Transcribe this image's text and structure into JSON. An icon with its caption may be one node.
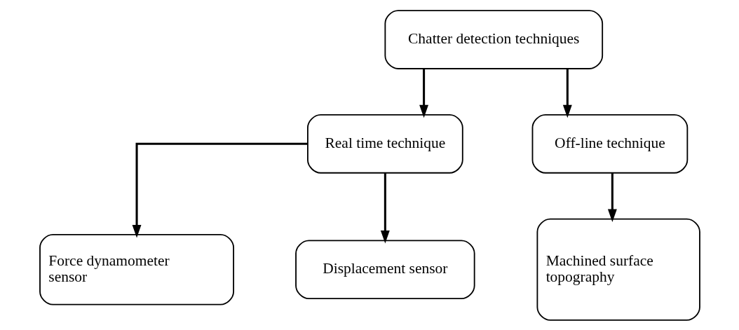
{
  "diagram": {
    "nodes": [
      {
        "text": [
          "Chatter detection techniques"
        ]
      },
      {
        "text": [
          "Real time technique"
        ]
      },
      {
        "text": [
          "Off-line technique"
        ]
      },
      {
        "text": [
          "Force dynamometer sensor"
        ]
      },
      {
        "text": [
          "Displacement sensor"
        ]
      },
      {
        "text": [
          "Machined surface topography"
        ]
      }
    ],
    "edges": [
      {
        "from": 0,
        "to": 1,
        "arrow": "to"
      },
      {
        "from": 0,
        "to": 2,
        "arrow": "to"
      },
      {
        "from": 1,
        "to": 3,
        "arrow": "to"
      },
      {
        "from": 1,
        "to": 4,
        "arrow": "to"
      },
      {
        "from": 2,
        "to": 5,
        "arrow": "to"
      }
    ]
  }
}
